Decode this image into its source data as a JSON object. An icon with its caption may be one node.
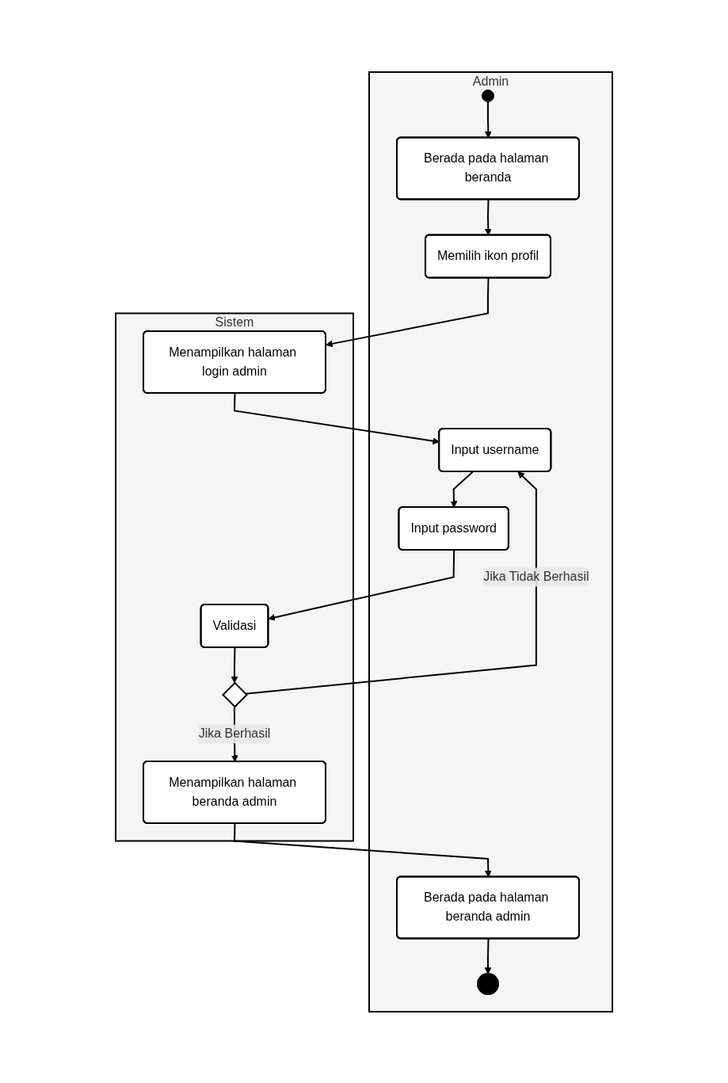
{
  "diagram": {
    "nodes": [
      {
        "text": [
          "Admin"
        ]
      },
      {
        "text": [
          "Sistem"
        ]
      },
      {
        "text": [],
        "shape": "circle",
        "in": 0
      },
      {
        "text": [
          "Berada pada halaman beranda"
        ],
        "in": 0
      },
      {
        "text": [
          "Memilih ikon profil"
        ],
        "in": 0
      },
      {
        "text": [
          "Menampilkan halaman login admin"
        ],
        "in": 1
      },
      {
        "text": [
          "Input username"
        ],
        "in": 0
      },
      {
        "text": [
          "Input password"
        ],
        "in": 0
      },
      {
        "text": [
          "Validasi"
        ],
        "in": 1
      },
      {
        "text": [],
        "shape": "diamond",
        "in": 1
      },
      {
        "text": [
          "Menampilkan halaman beranda admin"
        ],
        "in": 1
      },
      {
        "text": [
          "Berada pada halaman beranda admin"
        ],
        "in": 0
      },
      {
        "text": [],
        "shape": "bullseye",
        "in": 0
      }
    ],
    "edges": [
      {
        "from": 2,
        "to": 3,
        "arrow": "to"
      },
      {
        "from": 3,
        "to": 4,
        "arrow": "to"
      },
      {
        "from": 4,
        "to": 5,
        "arrow": "to"
      },
      {
        "from": 5,
        "to": 6,
        "arrow": "to"
      },
      {
        "from": 6,
        "to": 7,
        "arrow": "to"
      },
      {
        "from": 7,
        "to": 8,
        "arrow": "to"
      },
      {
        "from": 8,
        "to": 9,
        "arrow": "to"
      },
      {
        "from": 9,
        "to": 6,
        "arrow": "to",
        "label": "Jika Tidak Berhasil"
      },
      {
        "from": 9,
        "to": 10,
        "arrow": "to",
        "label": "Jika Berhasil"
      },
      {
        "from": 10,
        "to": 11,
        "arrow": "to"
      },
      {
        "from": 11,
        "to": 12,
        "arrow": "to"
      }
    ]
  }
}
